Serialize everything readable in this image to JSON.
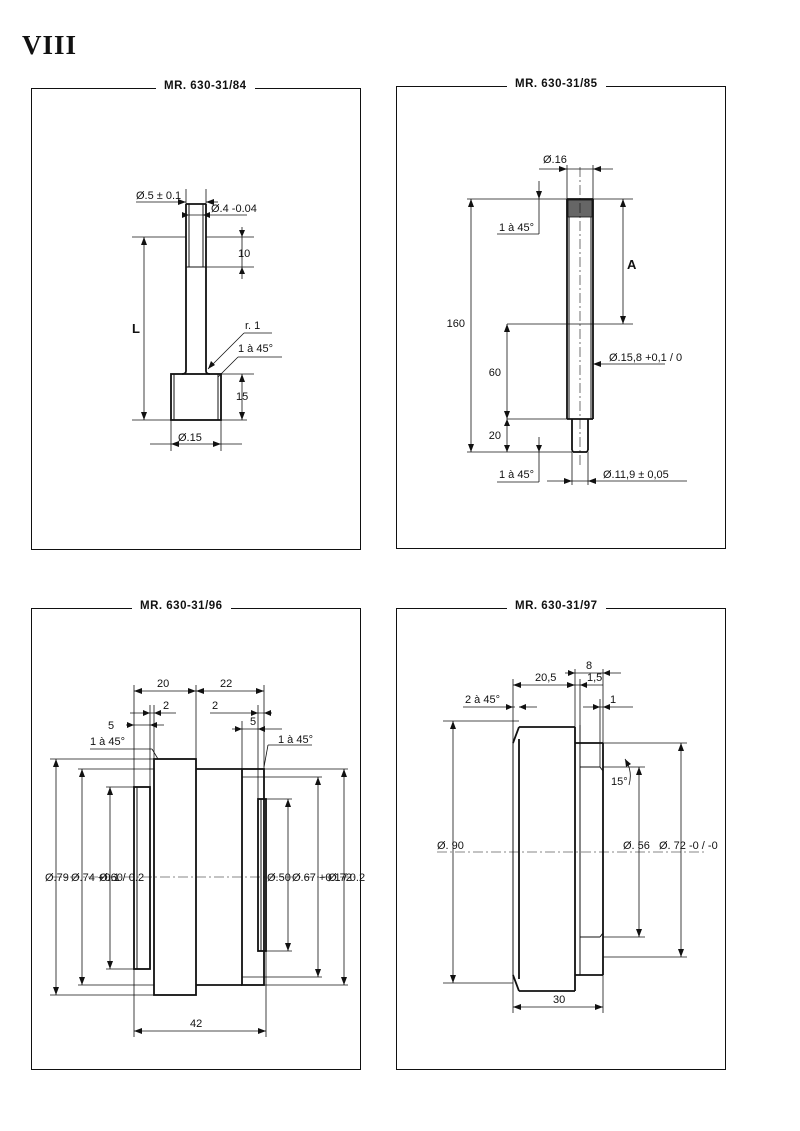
{
  "page_number": "VIII",
  "panels": [
    {
      "title": "MR. 630-31/84",
      "labels": {
        "d_top": "Ø.5 ± 0.1",
        "d_top2": "Ø.4 -0.04",
        "ten": "10",
        "L": "L",
        "r": "r. 1",
        "chamfer": "1 à 45°",
        "fifteen": "15",
        "d_base": "Ø.15"
      }
    },
    {
      "title": "MR. 630-31/85",
      "labels": {
        "d16": "Ø.16",
        "chamfer_top": "1 à 45°",
        "A": "A",
        "h160": "160",
        "d158": "Ø.15,8 +0,1 / 0",
        "h60": "60",
        "h20": "20",
        "chamfer_bot": "1 à 45°",
        "d119": "Ø.11,9 ± 0,05"
      }
    },
    {
      "title": "MR. 630-31/96",
      "labels": {
        "w20": "20",
        "w22": "22",
        "w2a": "2",
        "w2b": "2",
        "w5a": "5",
        "w5b": "5",
        "ch_left": "1 à 45°",
        "ch_right": "1 à 45°",
        "d79": "Ø.79",
        "d74": "Ø.74 +0.1 / 0.2",
        "d60": "Ø.60",
        "d50": "Ø.50",
        "d67": "Ø.67 +0.1 / 0.2",
        "d72": "Ø.72",
        "w42": "42"
      }
    },
    {
      "title": "MR. 630-31/97",
      "labels": {
        "w8": "8",
        "w205": "20,5",
        "w15": "1,5",
        "ch": "2 à 45°",
        "w1": "1",
        "a15": "15°",
        "d90": "Ø. 90",
        "d56": "Ø. 56",
        "d72": "Ø. 72 -0 / -0",
        "w30": "30"
      }
    }
  ]
}
